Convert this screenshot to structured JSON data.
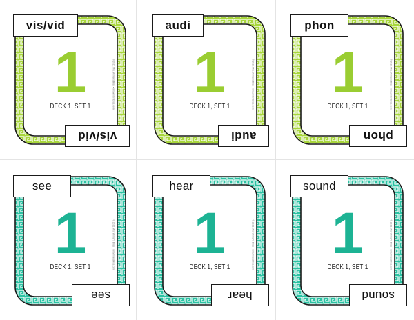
{
  "colors": {
    "green": "#a8d63c",
    "green_num": "#9acd32",
    "teal": "#2cc2a3",
    "teal_num": "#1db394",
    "border": "#1a1a1a"
  },
  "cards": [
    {
      "word": "vis/vid",
      "number": "1",
      "deck_label": "DECK 1, SET 1",
      "copyright": "© 2021 Mrs. Winter's Bliss • mrswintersbliss.com",
      "theme": "green"
    },
    {
      "word": "audi",
      "number": "1",
      "deck_label": "DECK 1, SET 1",
      "copyright": "© 2021 Mrs. Winter's Bliss • mrswintersbliss.com",
      "theme": "green"
    },
    {
      "word": "phon",
      "number": "1",
      "deck_label": "DECK 1, SET 1",
      "copyright": "© 2021 Mrs. Winter's Bliss • mrswintersbliss.com",
      "theme": "green"
    },
    {
      "word": "see",
      "number": "1",
      "deck_label": "DECK 1, SET 1",
      "copyright": "© 2021 Mrs. Winter's Bliss • mrswintersbliss.com",
      "theme": "teal"
    },
    {
      "word": "hear",
      "number": "1",
      "deck_label": "DECK 1, SET 1",
      "copyright": "© 2021 Mrs. Winter's Bliss • mrswintersbliss.com",
      "theme": "teal"
    },
    {
      "word": "sound",
      "number": "1",
      "deck_label": "DECK 1, SET 1",
      "copyright": "© 2021 Mrs. Winter's Bliss • mrswintersbliss.com",
      "theme": "teal"
    }
  ]
}
